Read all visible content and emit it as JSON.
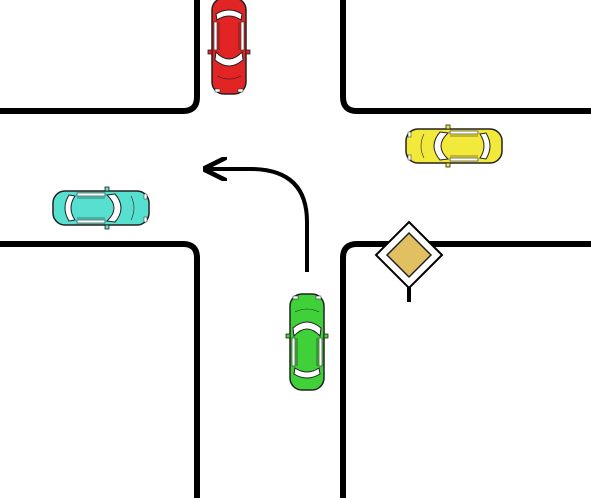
{
  "scene": {
    "type": "intersection",
    "priority_sign": {
      "type": "priority-road",
      "fill": "#e0c060",
      "border": "#222222"
    },
    "green_car_path": "left-turn",
    "cars": [
      {
        "id": "red",
        "color": "#e32424",
        "heading": "north-to-south"
      },
      {
        "id": "yellow",
        "color": "#f3e93a",
        "heading": "east-to-west"
      },
      {
        "id": "teal",
        "color": "#57e0cf",
        "heading": "west-to-east"
      },
      {
        "id": "green",
        "color": "#3fd03a",
        "heading": "south-to-north"
      }
    ]
  },
  "colors": {
    "background": "#ffffff",
    "road_edge": "#000000",
    "arrow": "#000000",
    "window": "#ffffff",
    "outline": "#222222"
  }
}
